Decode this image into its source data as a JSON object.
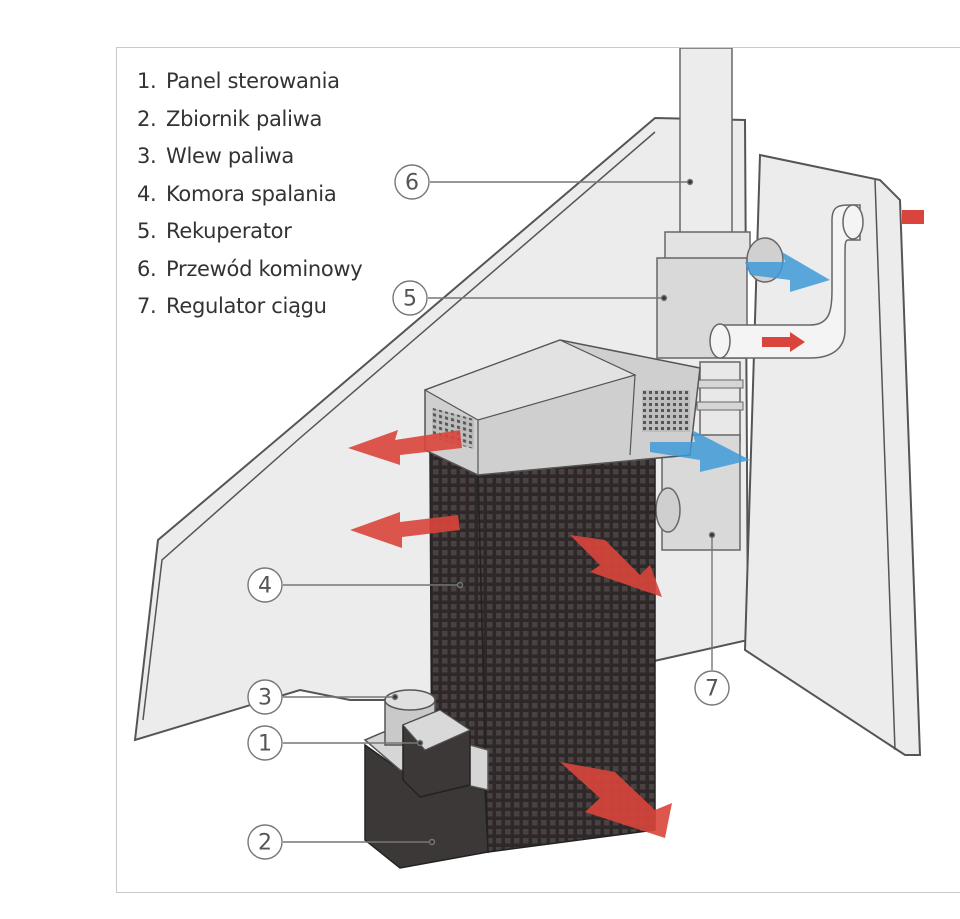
{
  "legend": [
    {
      "num": "1.",
      "label": "Panel sterowania"
    },
    {
      "num": "2.",
      "label": "Zbiornik paliwa"
    },
    {
      "num": "3.",
      "label": "Wlew paliwa"
    },
    {
      "num": "4.",
      "label": "Komora spalania"
    },
    {
      "num": "5.",
      "label": "Rekuperator"
    },
    {
      "num": "6.",
      "label": "Przewód kominowy"
    },
    {
      "num": "7.",
      "label": "Regulator ciągu"
    }
  ],
  "callouts": {
    "c1": "1",
    "c2": "2",
    "c3": "3",
    "c4": "4",
    "c5": "5",
    "c6": "6",
    "c7": "7"
  },
  "colors": {
    "hot_air": "#d9453c",
    "cold_air": "#3f9ad8",
    "housing": "#3a3333",
    "metal": "#d6d6d6",
    "wall": "#ececec"
  }
}
